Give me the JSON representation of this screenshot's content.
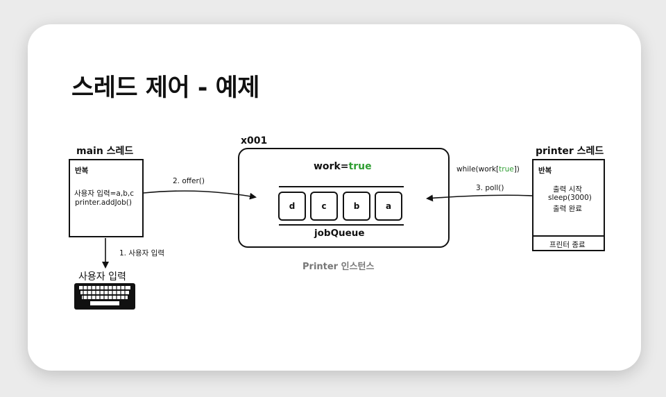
{
  "title": "스레드 제어 - 예제",
  "main_thread": {
    "heading": "main 스레드",
    "loop_label": "반복",
    "line1": "사용자 입력=a,b,c",
    "line2": "printer.addJob()"
  },
  "arrows": {
    "offer_label": "2. offer()",
    "input_label": "1. 사용자 입력",
    "poll_label": "3. poll()",
    "while_prefix": "while(work[",
    "while_value": "true",
    "while_suffix": "])"
  },
  "user_input": {
    "label": "사용자 입력",
    "icon": "keyboard-icon"
  },
  "printer_instance": {
    "address": "x001",
    "work_prefix": "work=",
    "work_value": "true",
    "queue_label": "jobQueue",
    "queue_items": [
      "d",
      "c",
      "b",
      "a"
    ],
    "caption": "Printer 인스턴스"
  },
  "printer_thread": {
    "heading": "printer 스레드",
    "loop_label": "반복",
    "line1": "출력 시작",
    "line2": "sleep(3000)",
    "line3": "출력 완료",
    "footer": "프린터 종료"
  },
  "colors": {
    "true_value": "#2f9e32",
    "stroke": "#111111",
    "caption": "#777777"
  }
}
